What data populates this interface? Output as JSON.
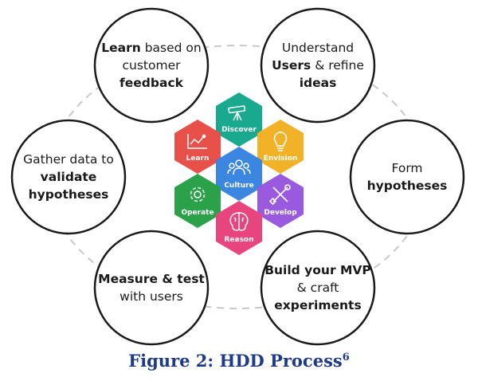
{
  "colors": {
    "outline": "#1a1a1a",
    "dashed_ring": "#c8c8c8",
    "caption": "#1f3a86",
    "hex_learn": "#e8504a",
    "hex_discover": "#19a98f",
    "hex_envision": "#f2b227",
    "hex_culture": "#3a86e0",
    "hex_operate": "#2ba24a",
    "hex_develop": "#9a5ae0",
    "hex_reason": "#e8457f"
  },
  "circles": {
    "learn": [
      [
        {
          "t": "Learn",
          "b": true
        },
        {
          "t": " based on",
          "b": false
        }
      ],
      [
        {
          "t": "customer",
          "b": false
        }
      ],
      [
        {
          "t": "feedback",
          "b": true
        }
      ]
    ],
    "understand": [
      [
        {
          "t": "Understand",
          "b": false
        }
      ],
      [
        {
          "t": "Users",
          "b": true
        },
        {
          "t": " & refine",
          "b": false
        }
      ],
      [
        {
          "t": "ideas",
          "b": true
        }
      ]
    ],
    "form": [
      [
        {
          "t": "Form",
          "b": false
        }
      ],
      [
        {
          "t": "hypotheses",
          "b": true
        }
      ]
    ],
    "build": [
      [
        {
          "t": "Build your MVP",
          "b": true
        }
      ],
      [
        {
          "t": "& craft",
          "b": false
        }
      ],
      [
        {
          "t": "experiments",
          "b": true
        }
      ]
    ],
    "measure": [
      [
        {
          "t": "Measure & test",
          "b": true
        }
      ],
      [
        {
          "t": "with users",
          "b": false
        }
      ]
    ],
    "gather": [
      [
        {
          "t": "Gather data to",
          "b": false
        }
      ],
      [
        {
          "t": "validate",
          "b": true
        }
      ],
      [
        {
          "t": "hypotheses",
          "b": true
        }
      ]
    ]
  },
  "hexagons": {
    "learn": {
      "label": "Learn",
      "icon": "line-chart-icon"
    },
    "discover": {
      "label": "Discover",
      "icon": "telescope-icon"
    },
    "envision": {
      "label": "Envision",
      "icon": "lightbulb-icon"
    },
    "culture": {
      "label": "Culture",
      "icon": "people-icon"
    },
    "operate": {
      "label": "Operate",
      "icon": "gear-icon"
    },
    "develop": {
      "label": "Develop",
      "icon": "tools-icon"
    },
    "reason": {
      "label": "Reason",
      "icon": "brain-icon"
    }
  },
  "caption": {
    "text": "Figure 2: HDD Process",
    "superscript": "6"
  }
}
